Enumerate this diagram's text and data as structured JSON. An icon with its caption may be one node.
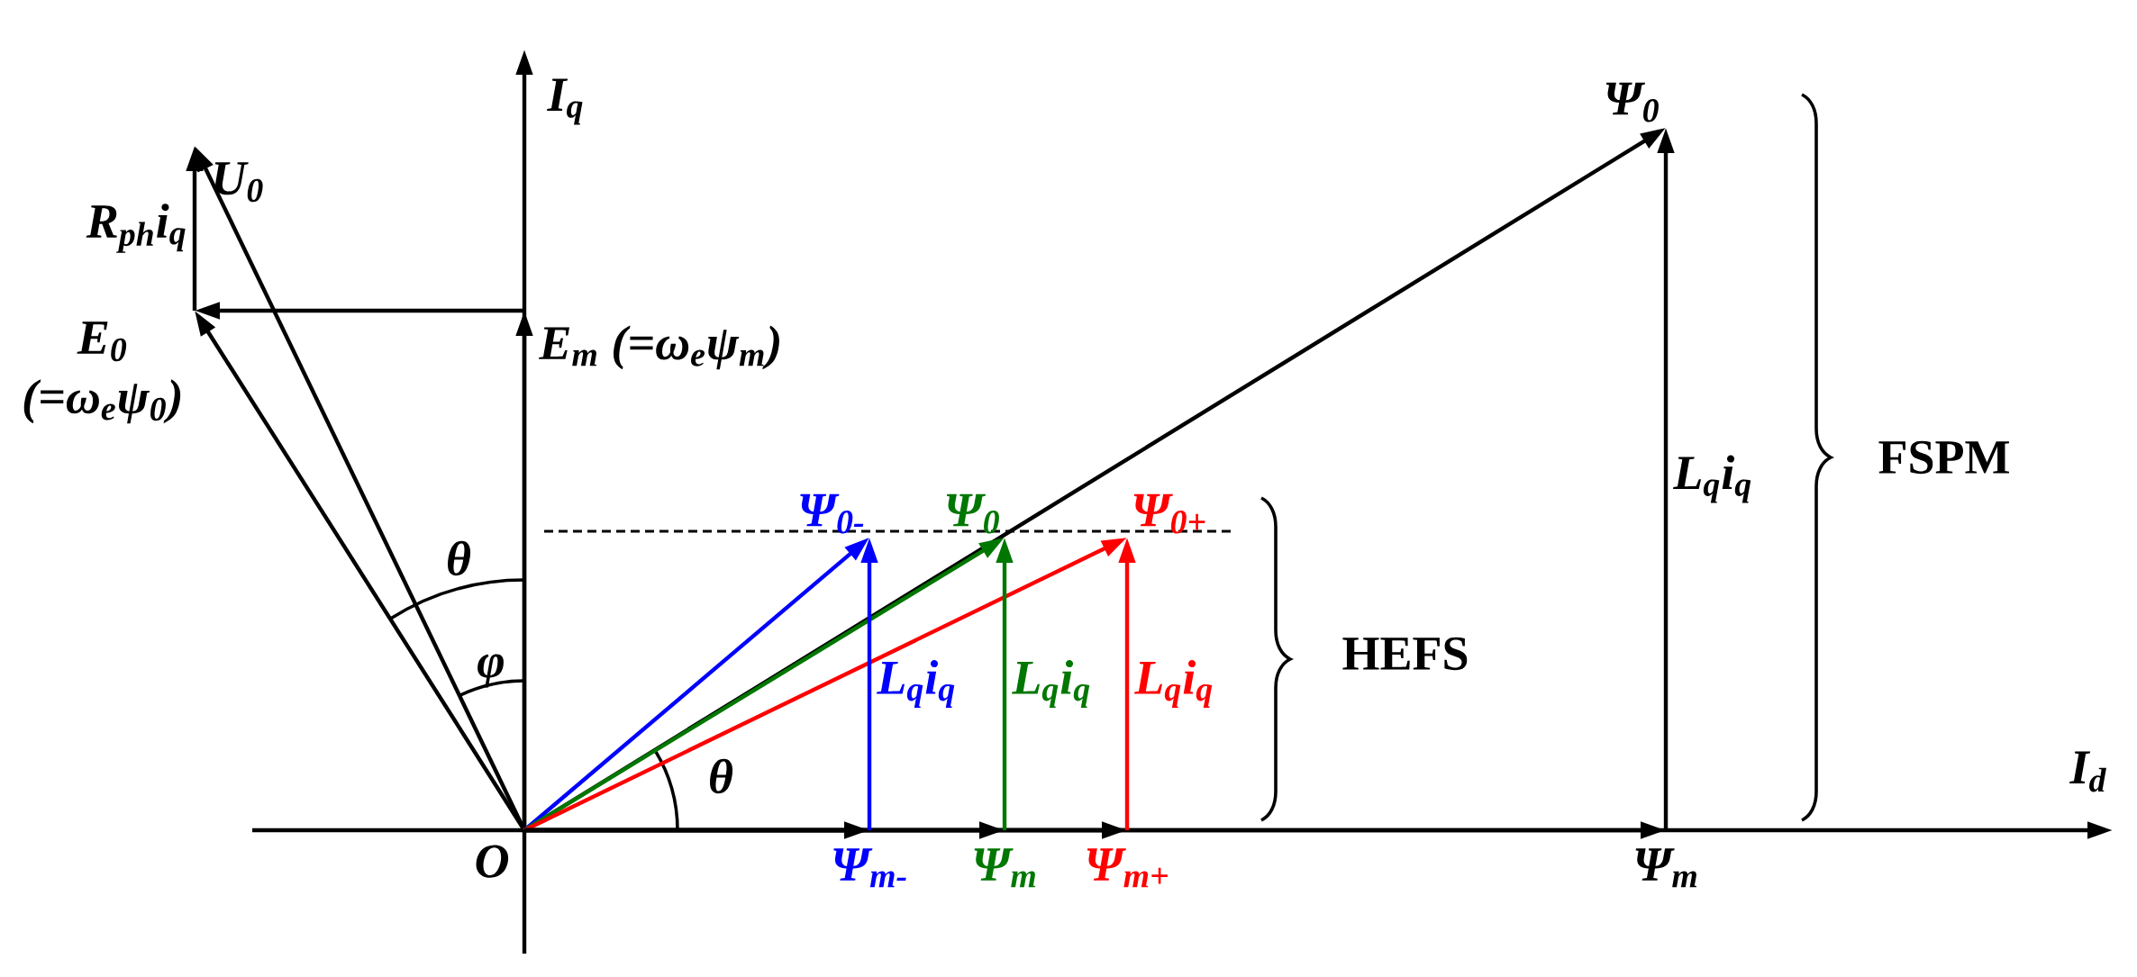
{
  "diagram": {
    "nodes": [
      {
        "text": [
          "O"
        ]
      },
      {
        "text": [
          "Ψ$_{0}$"
        ]
      },
      {
        "text": [
          "Ψ$_{m}$"
        ]
      },
      {
        "text": [
          "E$_{m}$ (=ω$_{e}$ψ$_{m}$)"
        ]
      },
      {
        "text": [
          "E$_{0}$",
          "(=ω$_{e}$ψ$_{0}$)"
        ]
      },
      {
        "text": [
          "U$_{0}$"
        ]
      },
      {
        "text": [
          "Ψ$_{0-}$"
        ]
      },
      {
        "text": [
          "Ψ$_{0}$"
        ]
      },
      {
        "text": [
          "Ψ$_{0+}$"
        ]
      },
      {
        "text": [
          "Ψ$_{m-}$"
        ]
      },
      {
        "text": [
          "Ψ$_{m}$"
        ]
      },
      {
        "text": [
          "Ψ$_{m+}$"
        ]
      }
    ],
    "edges": [
      {
        "from": 0,
        "to": 1,
        "arrow": "to"
      },
      {
        "from": 2,
        "to": 1,
        "arrow": "to",
        "label": "L$_{q}$i$_{q}$"
      },
      {
        "from": 0,
        "to": 2,
        "arrow": "to"
      },
      {
        "from": 0,
        "to": 3,
        "arrow": "to"
      },
      {
        "from": 3,
        "to": 4,
        "arrow": "to"
      },
      {
        "from": 0,
        "to": 4,
        "arrow": "to"
      },
      {
        "from": 4,
        "to": 5,
        "arrow": "to",
        "label": "R$_{ph}$i$_{q}$"
      },
      {
        "from": 0,
        "to": 5,
        "arrow": "to"
      },
      {
        "from": 0,
        "to": 6,
        "arrow": "to",
        "color": "#0000ff"
      },
      {
        "from": 0,
        "to": 7,
        "arrow": "to",
        "color": "#007700"
      },
      {
        "from": 0,
        "to": 8,
        "arrow": "to",
        "color": "#ff0000"
      },
      {
        "from": 0,
        "to": 9,
        "arrow": "to"
      },
      {
        "from": 0,
        "to": 10,
        "arrow": "to"
      },
      {
        "from": 0,
        "to": 11,
        "arrow": "to"
      },
      {
        "from": 9,
        "to": 6,
        "arrow": "to",
        "label": "L$_{q}$i$_{q}$",
        "color": "#0000ff"
      },
      {
        "from": 10,
        "to": 7,
        "arrow": "to",
        "label": "L$_{q}$i$_{q}$",
        "color": "#007700"
      },
      {
        "from": 11,
        "to": 8,
        "arrow": "to",
        "label": "L$_{q}$i$_{q}$",
        "color": "#ff0000"
      }
    ],
    "labels": [
      "I$_{q}$",
      "θ",
      "φ",
      "θ",
      "HEFS",
      "FSPM",
      "I$_{d}$"
    ]
  }
}
